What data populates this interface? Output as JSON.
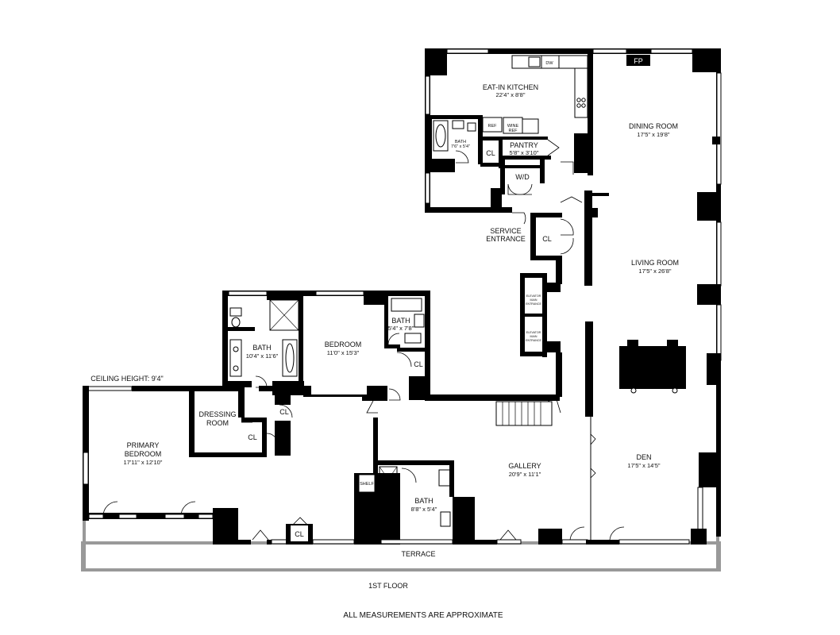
{
  "ceiling_note": "CEILING HEIGHT: 9'4\"",
  "floor_label": "1ST FLOOR",
  "disclaimer": "ALL MEASUREMENTS ARE APPROXIMATE",
  "rooms": {
    "kitchen": {
      "name": "EAT-IN KITCHEN",
      "dims": "22'4\" x 8'8\""
    },
    "kitchen_bath": {
      "name": "BATH",
      "dims": "7'6\" x 5'4\""
    },
    "pantry": {
      "name": "PANTRY",
      "dims": "5'8\" x 3'10\""
    },
    "dining": {
      "name": "DINING ROOM",
      "dims": "17'5\" x 19'8\""
    },
    "living": {
      "name": "LIVING ROOM",
      "dims": "17'5\" x 26'8\""
    },
    "den": {
      "name": "DEN",
      "dims": "17'5\" x 14'5\""
    },
    "gallery": {
      "name": "GALLERY",
      "dims": "20'9\" x 11'1\""
    },
    "bedroom": {
      "name": "BEDROOM",
      "dims": "11'0\" x 15'3\""
    },
    "bedroom_bath": {
      "name": "BATH",
      "dims": "5'4\" x 7'8\""
    },
    "bath_main": {
      "name": "BATH",
      "dims": "10'4\" x 11'6\""
    },
    "dressing": {
      "name_line1": "DRESSING",
      "name_line2": "ROOM"
    },
    "primary": {
      "name_line1": "PRIMARY",
      "name_line2": "BEDROOM",
      "dims": "17'11\" x 12'10\""
    },
    "gallery_bath": {
      "name": "BATH",
      "dims": "8'8\" x 5'4\""
    },
    "terrace": {
      "name": "TERRACE"
    },
    "service": {
      "name_line1": "SERVICE",
      "name_line2": "ENTRANCE"
    }
  },
  "labels": {
    "dw": "DW",
    "ref": "REF",
    "wine_1": "WINE",
    "wine_2": "REF",
    "wd": "W/D",
    "fp": "FP",
    "cl": "CL",
    "shelf": "SHELF",
    "elevator_1": "ELEVATOR",
    "elevator_2": "MAIN",
    "elevator_3": "ENTRANCE"
  }
}
